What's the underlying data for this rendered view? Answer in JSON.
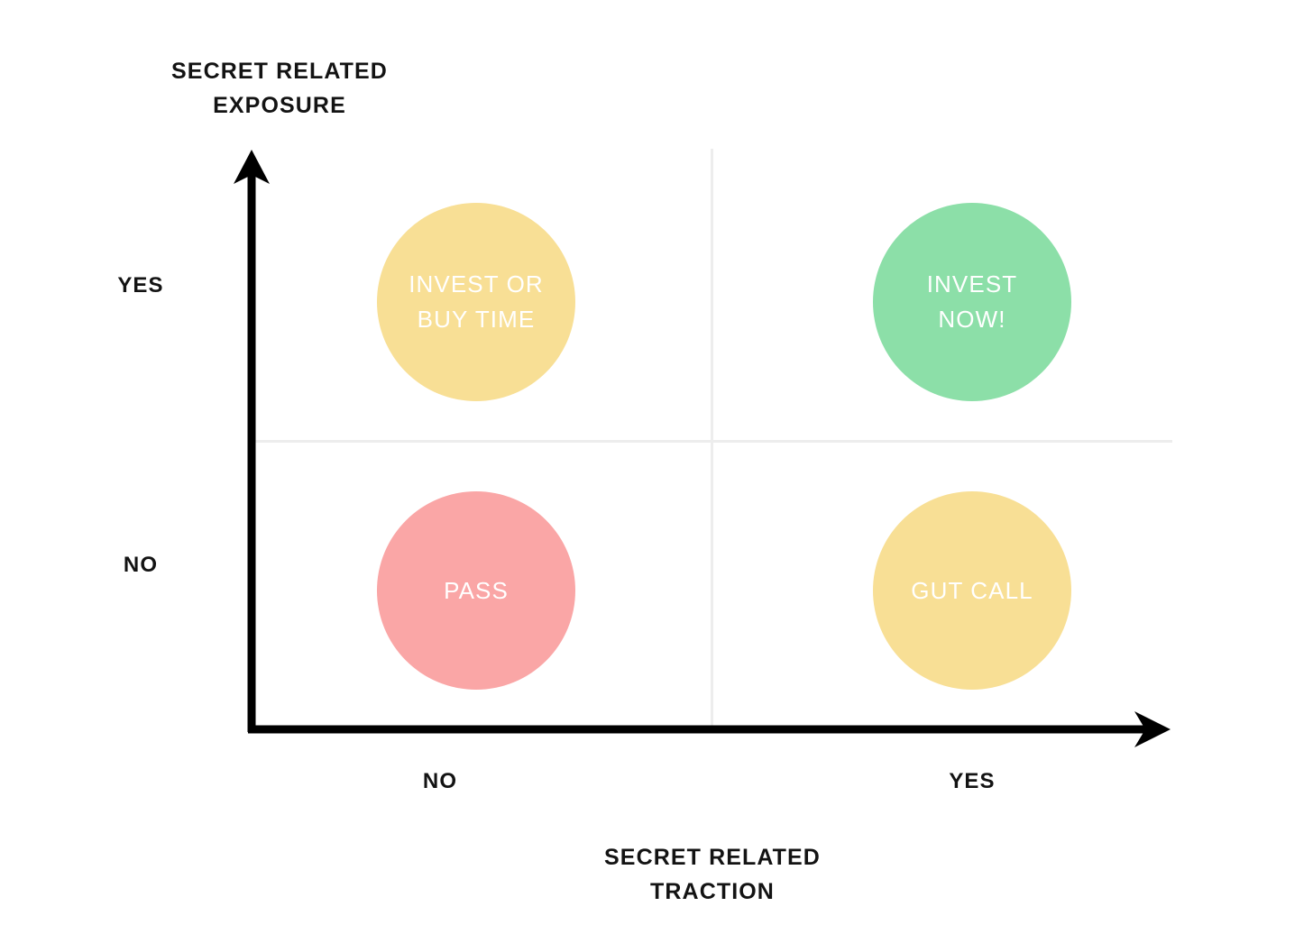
{
  "chart_data": {
    "type": "scatter",
    "title": "",
    "xlabel": "SECRET RELATED TRACTION",
    "ylabel": "SECRET RELATED EXPOSURE",
    "x_tick_labels": [
      "NO",
      "YES"
    ],
    "y_tick_labels": [
      "NO",
      "YES"
    ],
    "grid": true,
    "legend": "none",
    "quadrants": [
      {
        "id": "invest-or-buy-time",
        "label": "INVEST OR\nBUY TIME",
        "x": "NO",
        "y": "YES",
        "color": "#f8df95",
        "text_color": "#ffffff",
        "radius": 110
      },
      {
        "id": "invest-now",
        "label": "INVEST\nNOW!",
        "x": "YES",
        "y": "YES",
        "color": "#8cdfa8",
        "text_color": "#ffffff",
        "radius": 110
      },
      {
        "id": "pass",
        "label": "PASS",
        "x": "NO",
        "y": "NO",
        "color": "#faa6a6",
        "text_color": "#ffffff",
        "radius": 110
      },
      {
        "id": "gut-call",
        "label": "GUT CALL",
        "x": "YES",
        "y": "NO",
        "color": "#f8df95",
        "text_color": "#ffffff",
        "radius": 110
      }
    ]
  },
  "axes": {
    "y_title": "SECRET RELATED\nEXPOSURE",
    "x_title": "SECRET RELATED\nTRACTION",
    "y_tick_high": "YES",
    "y_tick_low": "NO",
    "x_tick_low": "NO",
    "x_tick_high": "YES",
    "axis_color": "#000000",
    "grid_color": "#ededed",
    "background": "#ffffff"
  }
}
